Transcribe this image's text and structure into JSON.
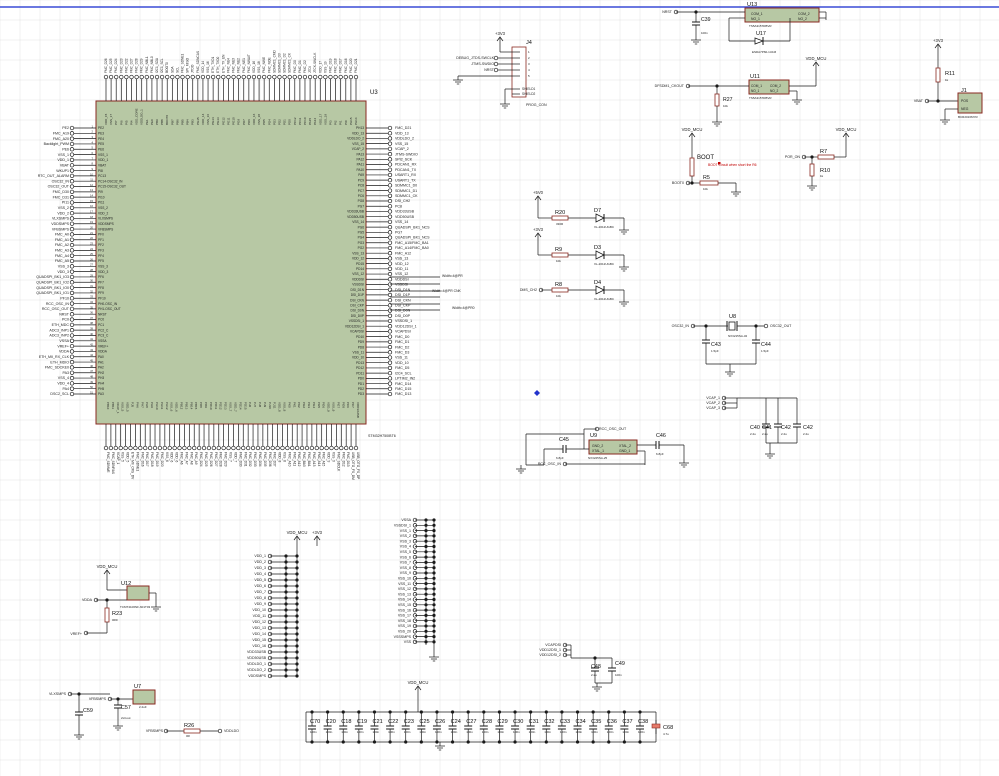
{
  "colors": {
    "background": "#ffffff",
    "grid": "#d9d9d9",
    "wire": "#1a1a1a",
    "component_fill": "#b7c8a4",
    "component_border": "#8a2a22",
    "pin_text": "#222222",
    "ref_text": "#111111",
    "note_red": "#c00000",
    "marker_blue": "#2233cc",
    "top_line": "#3a4bd6"
  },
  "mcu": {
    "ref": "U3",
    "part": "STM32H750IBT6",
    "left_pins": [
      "PE2",
      "FMC_A19",
      "FMC_A20",
      "Backlight_PWM",
      "PE6",
      "VSS_1",
      "VDD_1",
      "VBAT",
      "WKUP1",
      "RTC_OUT_ALARM",
      "OSC32_IN",
      "OSC32_OUT",
      "FMC_D30",
      "FMC_D31",
      "PI11",
      "VSS_2",
      "VDD_2",
      "VLXSMPS",
      "VDDSMPS",
      "VFBSMPS",
      "FMC_A0",
      "FMC_A1",
      "FMC_A2",
      "FMC_A3",
      "FMC_A4",
      "FMC_A5",
      "VSS_3",
      "VDD_3",
      "QUADSPI_BK1_IO3",
      "QUADSPI_BK1_IO2",
      "QUADSPI_BK1_IO0",
      "QUADSPI_BK1_IO1",
      "PF10",
      "RCC_OSC_IN",
      "RCC_OSC_OUT",
      "NRST",
      "PC0",
      "ETH_MDC",
      "ADC3_INP1",
      "ADC3_INP2",
      "VSSA",
      "VREF+",
      "VDDA",
      "ETH_MII_RX_CLK",
      "ETH_MDIO",
      "FMC_SDCKE0",
      "PA3",
      "VSS_4",
      "VDD_4",
      "PA4",
      "DSC2_SCL"
    ],
    "left_inner": [
      "PE2",
      "PE3",
      "PE4",
      "PE5",
      "PE6",
      "VSS_1",
      "VDD_1",
      "VBAT",
      "PI8",
      "PC13",
      "PC14-OSC32_IN",
      "PC15-OSC32_OUT",
      "PI9",
      "PI10",
      "PI11",
      "VSS_2",
      "VDD_2",
      "VLXSMPS",
      "VDDSMPS",
      "VFBSMPS",
      "PF0",
      "PF1",
      "PF2",
      "PF3",
      "PF4",
      "PF5",
      "VSS_3",
      "VDD_3",
      "PF6",
      "PF7",
      "PF8",
      "PF9",
      "PF10",
      "PH0-OSC_IN",
      "PH1-OSC_OUT",
      "NRST",
      "PC0",
      "PC1",
      "PC2_C",
      "PC3_C",
      "VSSA",
      "VREF+",
      "VDDA",
      "PA0",
      "PA1",
      "PA2",
      "PH2",
      "PH3",
      "PH4",
      "PH5",
      "PA3"
    ],
    "right_pins": [
      "FMC_D21",
      "VDD_13",
      "VDDLDO_2",
      "VSS_15",
      "VCAP_2",
      "JTMS-SWDIO",
      "SPI2_SCK",
      "PDCAN1_RX",
      "PDCAN1_TX",
      "USART1_RX",
      "USART1_TX",
      "SDMMC1_D0",
      "SDMMC1_D1",
      "SDMMC1_CK",
      "DSI_CH2",
      "PC8",
      "VDD33USB",
      "VDD50USB",
      "VSS_14",
      "QUADSPI_BK1_NCS",
      "PG7",
      "QUADSPI_BK1_NCS",
      "FMC_A15/FMC_BA1",
      "FMC_A14/FMC_BA0",
      "FMC_A12",
      "VSS_13",
      "VDD_12",
      "VDD_11",
      "VSS_12",
      "VDDDSI",
      "VSSDSI",
      "DSI_D1N",
      "DSI_D1P",
      "DSI_CKN",
      "DSI_CKP",
      "DSI_D0N",
      "DSI_D0P",
      "VSSDSI_1",
      "VDD12DSI_1",
      "VCAPDSI",
      "FMC_D0",
      "FMC_D1",
      "FMC_D2",
      "FMC_D3",
      "VSS_11",
      "VDD_10",
      "FMC_D5",
      "I2C4_SCL",
      "LPTIM2_IN2",
      "FMC_D14",
      "FMC_D15",
      "FMC_D13"
    ],
    "right_inner": [
      "PH13",
      "VDD_13",
      "VDDLDO_2",
      "VSS_15",
      "VCAP_2",
      "PA13",
      "PA12",
      "PA11",
      "PA10",
      "PA9",
      "PC9",
      "PC8",
      "PC7",
      "PC6",
      "PG8",
      "PG7",
      "VDD33USB",
      "VDD50USB",
      "VSS_14",
      "PG6",
      "PG5",
      "PG4",
      "PG3",
      "PG2",
      "VSS_13",
      "VDD_12",
      "PD15",
      "PD14",
      "VSS_12",
      "VDDDSI",
      "VSSDSI",
      "DSI_D1N",
      "DSI_D1P",
      "DSI_CKN",
      "DSI_CKP",
      "DSI_D0N",
      "DSI_D0P",
      "VSSDSI_1",
      "VDD12DSI_1",
      "VCAPDSI",
      "PD10",
      "PD9",
      "PD8",
      "VSS_11",
      "VDD_10",
      "PD13",
      "PD12",
      "PD11",
      "PD0",
      "PD1",
      "PD2",
      "PD3"
    ],
    "top_pins": [
      "VDD_15",
      "VSS_17",
      "PI7",
      "PI6",
      "PI5",
      "PI4",
      "VDD_CORE",
      "VDDLDO_1",
      "PE1",
      "PE0",
      "PB9",
      "PB8",
      "BOOT0",
      "PB7",
      "PB6",
      "PB5",
      "PB4",
      "PB3",
      "PG15",
      "VDD_14",
      "VSS_16",
      "PG14",
      "PG13",
      "PG12",
      "PG11",
      "PG10",
      "PG9",
      "PD7",
      "PD6",
      "VDD_16",
      "VSS_18",
      "PD5",
      "PD4",
      "PD3",
      "PD2",
      "PD1",
      "PD0",
      "PC12",
      "PC11",
      "PC10",
      "PA15",
      "PA14",
      "VDD_17",
      "VSS_19",
      "PI3",
      "PI2",
      "PI1",
      "PI0",
      "PH15",
      "PH14"
    ],
    "top_labels": [
      "FMC_D26",
      "FMC_D25",
      "FMC_D24",
      "FMC_D23",
      "FMC_D22",
      "FMC_D27",
      "FMC_D28",
      "FMC_D29",
      "FMC_NBL1",
      "FMC_NBL0",
      "I2C1_SDA",
      "I2C1_SCL",
      "BOOT0",
      "SDA",
      "SCL",
      "FMC_SDNE1",
      "SPI_MISO",
      "JTDO",
      "FMC_SDNCAS",
      "VDD_14",
      "VSS_16",
      "ETH_TXD1",
      "ETH_TXD0",
      "ETH_TX_EN",
      "FMC_NE4",
      "FMC_NE3",
      "FMC_NE2",
      "FMC_NE1",
      "FMC_NWAIT",
      "VDD_16",
      "VSS_18",
      "FMC_NWE",
      "FMC_NOE",
      "SDMMC1_CMD",
      "SDMMC1_D3",
      "SDMMC1_D2",
      "SDMMC1_CK",
      "FMC_D0",
      "FMC_D1",
      "FMC_D2",
      "JTDI",
      "JTCK-SWCLK",
      "VDD_17",
      "VSS_19",
      "FMC_D19",
      "FMC_D18",
      "FMC_D17",
      "FMC_D16",
      "FMC_D20",
      "FMC_D21"
    ],
    "bottom_pins": [
      "PB10",
      "PB11",
      "VCAP_1",
      "VSS_5",
      "VDD_5",
      "PJ5",
      "PH6",
      "PH7",
      "PH8",
      "PH9",
      "PH10",
      "PH11",
      "PH12",
      "VSS_6",
      "VDD_6",
      "PB12",
      "PB13",
      "PB14",
      "PB15",
      "PD8",
      "PD9",
      "PD10",
      "PD11",
      "PD12",
      "PD13",
      "VSS_7",
      "VDD_7",
      "PD14",
      "PD15",
      "PJ6",
      "PJ7",
      "PJ8",
      "PJ9",
      "PJ10",
      "PJ11",
      "VDD_8",
      "VSS_8",
      "PK0",
      "PK1",
      "PK2",
      "PG2",
      "PG3",
      "PG4",
      "PG5",
      "PG6",
      "VDD_9",
      "VSS_9",
      "PG7",
      "PG8",
      "PC6",
      "PC7",
      "VDD33USB"
    ],
    "bottom_labels": [
      "FMC_SDNWE",
      "FMC_SDNRAS",
      "VCAP_1",
      "VSS_5",
      "VDD_5",
      "ETH_MII_CRS_DV",
      "FMC_SDNE1",
      "FMC_D16",
      "FMC_D17",
      "FMC_D18",
      "FMC_D19",
      "FMC_D20",
      "VSS_6",
      "VDD_6",
      "VDD_6",
      "FMC_A6",
      "FMC_A7",
      "FMC_A8",
      "FMC_A9",
      "FMC_D24",
      "FMC_D25",
      "FMC_D26",
      "FMC_D27",
      "FMC_D28",
      "FMC_D29",
      "VSS_7",
      "VDD_7",
      "FMC_D30",
      "FMC_D31",
      "FMC_D32",
      "FMC_D33",
      "FMC_D34",
      "FMC_D35",
      "FMC_D36",
      "FMC_D37",
      "VDD_8",
      "VSS_8",
      "FMC_A10",
      "FMC_A11",
      "FMC_A12",
      "FMC_BA0",
      "FMC_BA1",
      "FMC_A13",
      "FMC_A14",
      "FMC_A15",
      "VDD_9",
      "VSS_9",
      "FMC_SDCLK",
      "FMC_D12",
      "FMC_D13",
      "USB_OTG_FS_DM",
      "USB_OTG_FS_DP"
    ]
  },
  "dsi_notes": [
    "Width=4@PR",
    "Width=4@PR CNK",
    "Width=4@PR0"
  ],
  "j4": {
    "ref": "J4",
    "part": "PROG_CON",
    "left_nets": [
      "DEBUG_JTDS-SWCLK",
      "JTMS-SWDIO",
      "NRST"
    ],
    "pins": [
      "1",
      "2",
      "3",
      "4",
      "5"
    ],
    "shield_pins": [
      "SHIELD1",
      "SHIELD2"
    ],
    "supply": "+3V3"
  },
  "u13": {
    "ref": "U13",
    "part": "TS5A3157DBVR",
    "pins_left": [
      "COM_1",
      "NO_1"
    ],
    "pins_right": [
      "COM_2",
      "NO_2"
    ],
    "net": "NRST",
    "cap_ref": "C39",
    "cap_val": "100n"
  },
  "u17": {
    "ref": "U17",
    "part": "ESDA7P60-1U1M"
  },
  "u11": {
    "ref": "U11",
    "part": "TS5A3157DBVR",
    "pins_left": [
      "COM_1",
      "NO_1"
    ],
    "pins_right": [
      "COM_2",
      "NO_2"
    ],
    "net": "DFSDM1_CKOUT",
    "supply": "VDD_MCU",
    "res_ref": "R27",
    "res_val": "10k"
  },
  "r11": {
    "ref": "R11",
    "val": "1k",
    "supply": "+3V3"
  },
  "j1": {
    "ref": "J1",
    "part": "BCR2016MYR",
    "pins": [
      "POS",
      "NEG"
    ],
    "net": "VBAT"
  },
  "boot": {
    "supply": "VDD_MCU",
    "label": "BOOT",
    "r5_ref": "R5",
    "r5_val": "10k",
    "net": "BOOT0",
    "note": "BOOT Circuit when short the R6"
  },
  "por": {
    "net": "POR_ON",
    "r7_ref": "R7",
    "r10_ref": "R10",
    "r10_val": "1k",
    "supply": "VDD_MCU"
  },
  "leds": [
    {
      "r_ref": "R20",
      "r_val": "330R",
      "d_ref": "D7",
      "d_part": "XL-2012UGBC",
      "supply": "+5V0",
      "net": ""
    },
    {
      "r_ref": "R9",
      "r_val": "10k",
      "d_ref": "D3",
      "d_part": "XL-2012UGBC",
      "supply": "+3V3",
      "net": ""
    },
    {
      "r_ref": "R8",
      "r_val": "10k",
      "d_ref": "D4",
      "d_part": "XL-2012UGBC",
      "supply": "",
      "net": "DMS_CH2"
    }
  ],
  "u8": {
    "ref": "U8",
    "part": "NX3215SA-32",
    "net_in": "OSC32_IN",
    "net_out": "OSC32_OUT",
    "caps": [
      {
        "ref": "C43",
        "val": "1.5pF"
      },
      {
        "ref": "C44",
        "val": "1.5pF"
      }
    ]
  },
  "vcap": {
    "nets": [
      "VCAP_1",
      "VCAP_2",
      "VCAP_3"
    ],
    "caps": [
      {
        "ref": "C40",
        "val": "2.2u"
      },
      {
        "ref": "C41",
        "val": "2.2u"
      },
      {
        "ref": "C42",
        "val": "2.2u"
      }
    ]
  },
  "u9": {
    "ref": "U9",
    "part": "NX3225SA-25",
    "pins_left": [
      "GND_2",
      "XTAL_1"
    ],
    "pins_right": [
      "XTAL_2",
      "GND_1"
    ],
    "net_out": "RCC_OSC_OUT",
    "net_in": "RCC_OSC_IN",
    "caps": [
      {
        "ref": "C45",
        "val": "6.8pF"
      },
      {
        "ref": "C46",
        "val": "6.8pF"
      }
    ]
  },
  "u12": {
    "ref": "U12",
    "part": "TCMT4106NF-601T03",
    "supply": "VDD_MCU",
    "net_a": "VDDA",
    "r_ref": "R23",
    "r_val": "0R0",
    "net_ref": "VREF+"
  },
  "u7": {
    "ref": "U7",
    "part": "2.2uF",
    "net_in": "VLXSMPS",
    "net_mid": "VFBSMPS",
    "c59": "C59",
    "c57": "C57",
    "c57_val": "2xCout",
    "r26_ref": "R26",
    "net_r26": "VFBSMPS",
    "r26_val": "0R",
    "net_out": "VDDLDO"
  },
  "vdd_block": {
    "supplies": [
      "VDD_MCU",
      "+3V3"
    ],
    "nets": [
      "VDD_1",
      "VDD_2",
      "VDD_3",
      "VDD_4",
      "VDD_5",
      "VDD_6",
      "VDD_7",
      "VDD_8",
      "VDD_9",
      "VDD_10",
      "VDD_11",
      "VDD_12",
      "VDD_13",
      "VDD_14",
      "VDD_15",
      "VDD_16",
      "VDD33USB",
      "VDD50USB",
      "VDDLDO_1",
      "VDDLDO_2",
      "VDDSMPS"
    ]
  },
  "vss_block": {
    "nets": [
      "VSSA",
      "VSSDSI_1",
      "VSS_1",
      "VSS_2",
      "VSS_3",
      "VSS_4",
      "VSS_5",
      "VSS_6",
      "VSS_7",
      "VSS_8",
      "VSS_9",
      "VSS_10",
      "VSS_11",
      "VSS_12",
      "VSS_13",
      "VSS_14",
      "VSS_15",
      "VSS_16",
      "VSS_17",
      "VSS_18",
      "VSS_19",
      "VSS_20",
      "VSSSMPS",
      "VSS"
    ]
  },
  "dsi_caps": {
    "nets": [
      "VCAPDSI",
      "VDD12DSI_1",
      "VDD12DSI_2"
    ],
    "caps": [
      {
        "ref": "C48",
        "val": "2.2u"
      },
      {
        "ref": "C49",
        "val": "100n"
      }
    ]
  },
  "decoupling": {
    "supply": "VDD_MCU",
    "caps": [
      "C70",
      "C20",
      "C18",
      "C19",
      "C21",
      "C22",
      "C23",
      "C25",
      "C26",
      "C24",
      "C27",
      "C28",
      "C29",
      "C30",
      "C31",
      "C32",
      "C33",
      "C34",
      "C35",
      "C36",
      "C37",
      "C38"
    ],
    "value": "100n",
    "big_cap": "C68",
    "big_val": "4.7u"
  }
}
